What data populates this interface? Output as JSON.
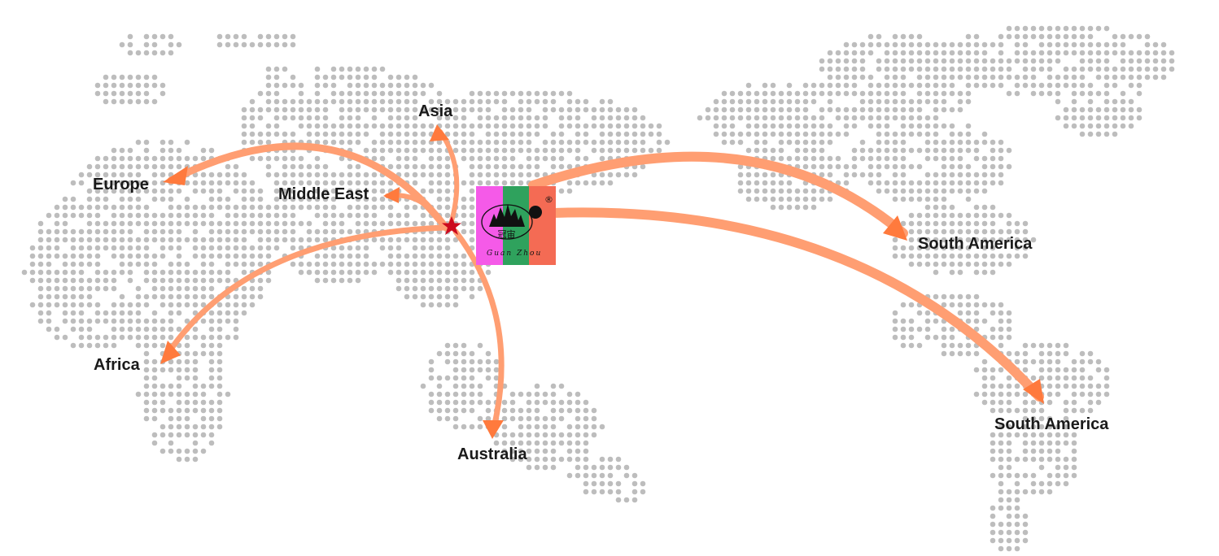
{
  "regions": {
    "asia": "Asia",
    "europe": "Europe",
    "middle_east": "Middle East",
    "africa": "Africa",
    "australia": "Australia",
    "south_america_1": "South America",
    "south_america_2": "South America"
  },
  "logo": {
    "chinese_name": "冠宙",
    "latin_name": "Guan Zhou",
    "registered_mark": "®"
  },
  "colors": {
    "route": "#ff9e72",
    "arrowhead": "#ff7a3d",
    "origin_star": "#cc0a1e",
    "map_dot": "#bdbdbd",
    "logo_stripe_magenta": "#f55ae8",
    "logo_stripe_green": "#2fa25d",
    "logo_stripe_red": "#f46b54"
  },
  "icons": {
    "origin": "star-icon",
    "logo_mountain": "mountain-peaks-icon"
  }
}
